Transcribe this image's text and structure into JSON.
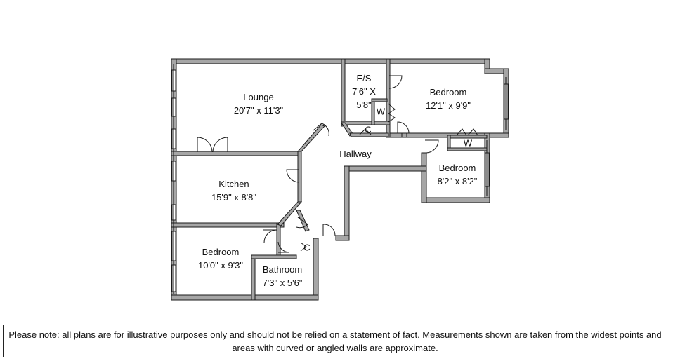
{
  "rooms": {
    "lounge": {
      "name": "Lounge",
      "size": "20'7\" x 11'3\""
    },
    "ensuite": {
      "name": "E/S",
      "size_line1": "7'6\" X",
      "size_line2": "5'8\""
    },
    "bedroom1": {
      "name": "Bedroom",
      "size": "12'1\" x 9'9\""
    },
    "hallway": {
      "name": "Hallway"
    },
    "bedroom2": {
      "name": "Bedroom",
      "size": "8'2\" x 8'2\""
    },
    "kitchen": {
      "name": "Kitchen",
      "size": "15'9\" x 8'8\""
    },
    "bedroom3": {
      "name": "Bedroom",
      "size": "10'0\" x 9'3\""
    },
    "bathroom": {
      "name": "Bathroom",
      "size": "7'3\" x 5'6\""
    }
  },
  "cupboards": {
    "wardrobe_label": "W",
    "cupboard_label": "C"
  },
  "colors": {
    "wall_fill": "#a6a6a6",
    "wall_stroke": "#1a1a1a",
    "window_fill": "#ffffff"
  },
  "disclaimer": "Please note: all plans are for illustrative purposes only and should not be relied on a statement of fact. Measurements shown are taken from the widest points and areas with curved or angled walls are approximate."
}
